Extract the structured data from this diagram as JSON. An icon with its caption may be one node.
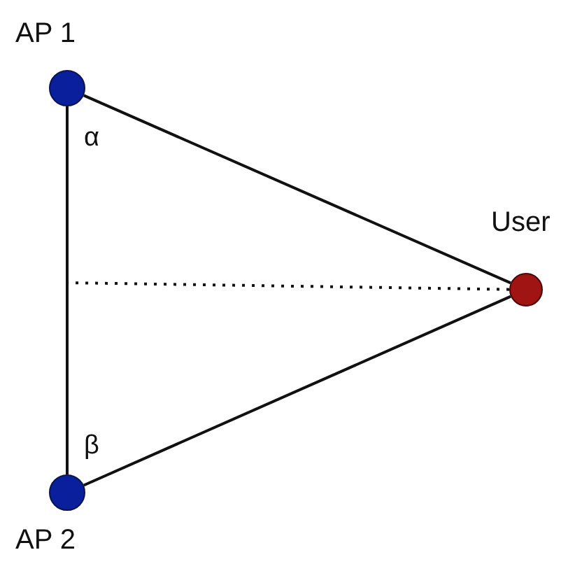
{
  "diagram": {
    "nodes": [
      {
        "text": [
          "AP 1"
        ]
      },
      {
        "text": [
          "AP 2"
        ]
      },
      {
        "text": [
          "User"
        ]
      }
    ],
    "edges": [
      {
        "from": 0,
        "to": 2,
        "arrow": "none"
      },
      {
        "from": 0,
        "to": 1,
        "arrow": "none"
      },
      {
        "from": 1,
        "to": 2,
        "arrow": "none"
      },
      {
        "from": 2,
        "to": null,
        "arrow": "none",
        "style": "dashed"
      }
    ],
    "labels": [
      "α",
      "β"
    ]
  }
}
